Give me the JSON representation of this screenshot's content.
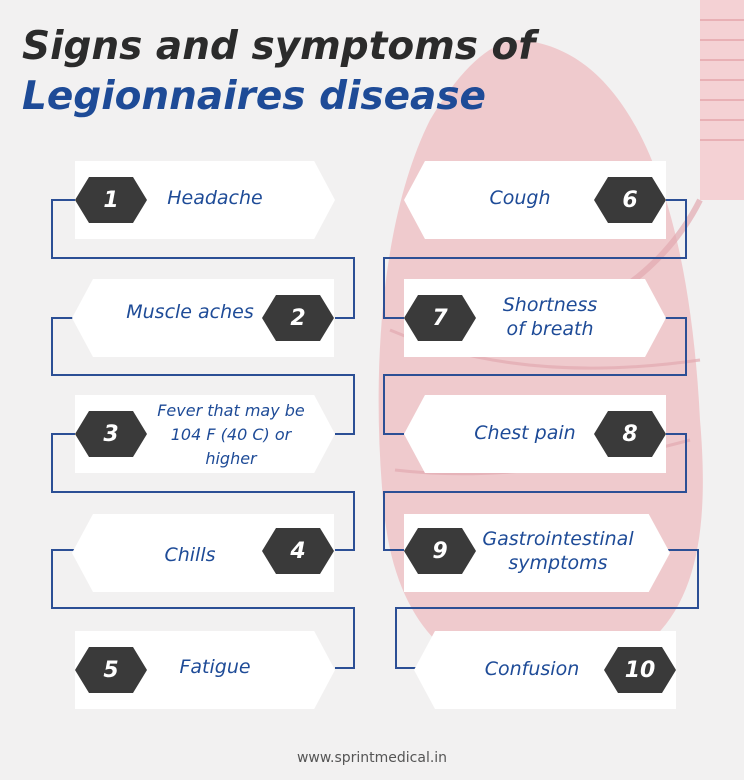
{
  "title": {
    "line1": "Signs and symptoms of",
    "line2": "Legionnaires disease"
  },
  "colors": {
    "accent": "#1e4b97",
    "badge": "#3a3a3a",
    "title_dark": "#2b2b2b"
  },
  "items": [
    {
      "num": "1",
      "label": "Headache"
    },
    {
      "num": "2",
      "label": "Muscle aches"
    },
    {
      "num": "3",
      "label": "Fever that may be\n104 F (40 C) or\nhigher"
    },
    {
      "num": "4",
      "label": "Chills"
    },
    {
      "num": "5",
      "label": "Fatigue"
    },
    {
      "num": "6",
      "label": "Cough"
    },
    {
      "num": "7",
      "label": "Shortness\nof  breath"
    },
    {
      "num": "8",
      "label": "Chest pain"
    },
    {
      "num": "9",
      "label": "Gastrointestinal\nsymptoms"
    },
    {
      "num": "10",
      "label": "Confusion"
    }
  ],
  "footer": "www.sprintmedical.in"
}
